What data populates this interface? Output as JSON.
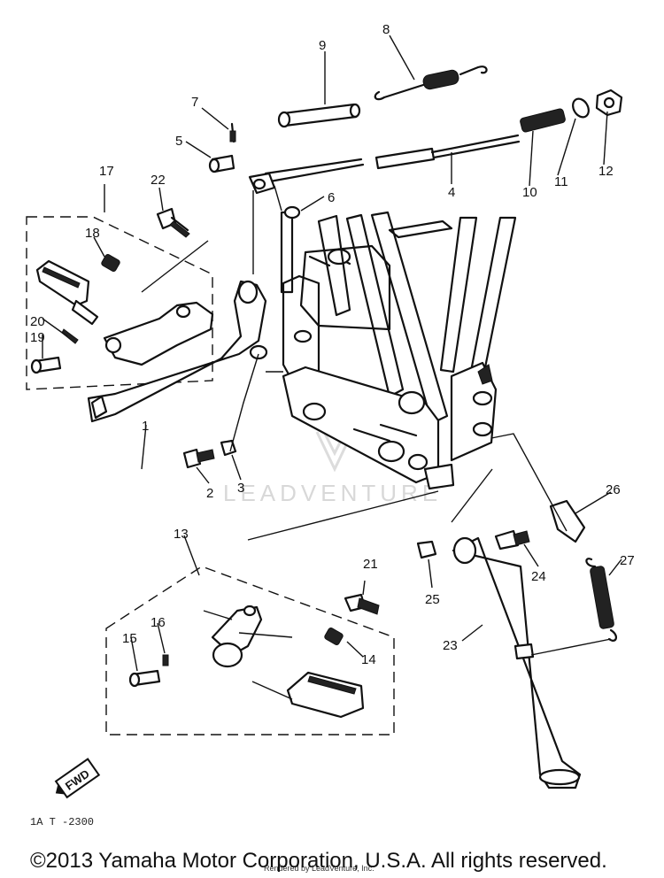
{
  "diagram": {
    "callouts": [
      "1",
      "2",
      "3",
      "4",
      "5",
      "6",
      "7",
      "8",
      "9",
      "10",
      "11",
      "12",
      "13",
      "14",
      "15",
      "16",
      "17",
      "18",
      "19",
      "20",
      "21",
      "22",
      "23",
      "24",
      "25",
      "26",
      "27"
    ],
    "watermark": "LEADVENTURE",
    "fwd_mark": "FWD",
    "drawing_code": "1A T -2300",
    "small_credit": "Rendered by LeadVenture, Inc.",
    "copyright": "©2013 Yamaha Motor Corporation, U.S.A. All rights reserved."
  }
}
